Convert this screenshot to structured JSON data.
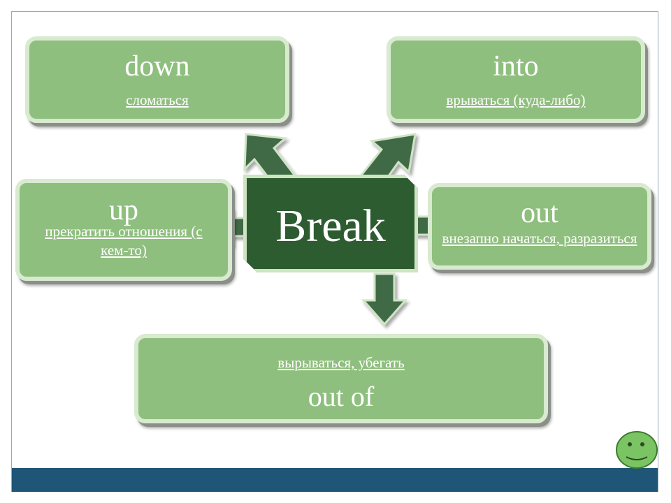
{
  "center": {
    "label": "Break"
  },
  "boxes": {
    "down": {
      "title": "down",
      "translation": "сломаться"
    },
    "into": {
      "title": "into",
      "translation": "врываться (куда-либо)"
    },
    "up": {
      "title": "up",
      "translation": "прекратить отношения (с  кем-то)"
    },
    "out": {
      "title": "out",
      "translation": "внезапно начаться, разразиться"
    },
    "outof": {
      "title": "out of",
      "translation": "вырываться, убегать"
    }
  },
  "colors": {
    "box_fill": "#8fbf7e",
    "center_fill": "#2e5c31",
    "arrow_fill": "#3f6b45",
    "footer": "#1f5577",
    "smiley": "#7bc463"
  },
  "icons": [
    "arrow-up-left-icon",
    "arrow-up-right-icon",
    "arrow-left-icon",
    "arrow-right-icon",
    "arrow-down-icon",
    "smiley-icon"
  ]
}
